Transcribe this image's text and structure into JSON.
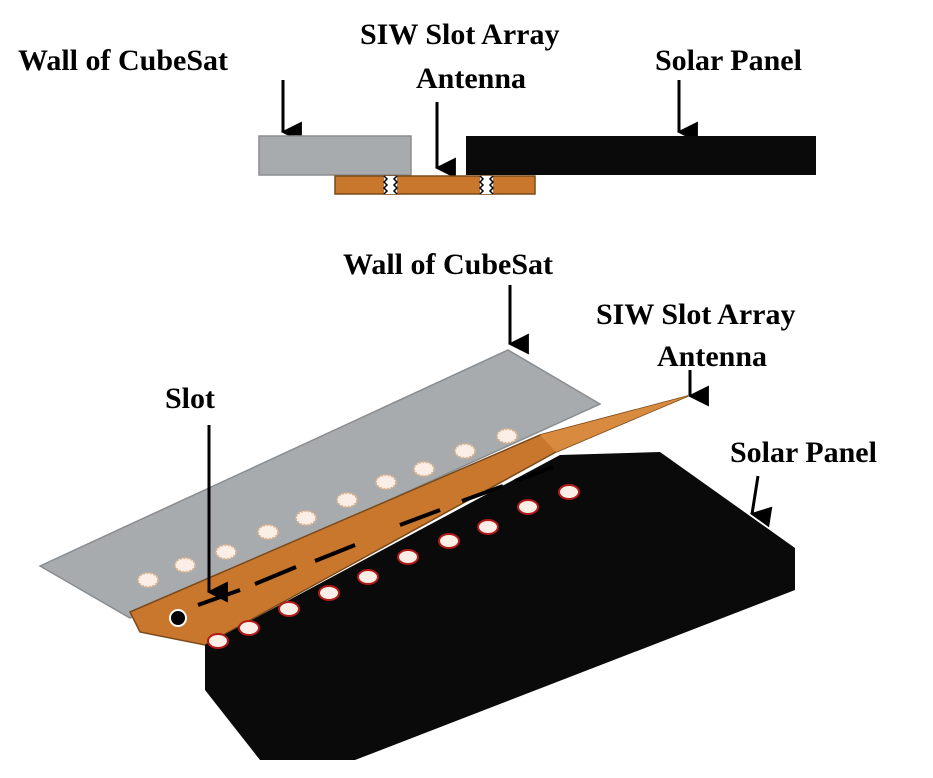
{
  "colors": {
    "wall": "#a8abae",
    "wall_stroke": "#8a8d90",
    "antenna": "#c9772d",
    "antenna_stroke": "#7a4a1a",
    "panel": "#0a0a0a",
    "via_fill": "#fbeee6",
    "via_ring": "#b01a1a",
    "slot": "#000000",
    "arrow": "#000000"
  },
  "cross_section": {
    "wall_label": "Wall of CubeSat",
    "antenna_label_line1": "SIW Slot Array",
    "antenna_label_line2": "Antenna",
    "panel_label": "Solar Panel"
  },
  "perspective": {
    "wall_label": "Wall of CubeSat",
    "antenna_label_line1": "SIW Slot Array",
    "antenna_label_line2": "Antenna",
    "slot_label": "Slot",
    "panel_label": "Solar Panel"
  }
}
